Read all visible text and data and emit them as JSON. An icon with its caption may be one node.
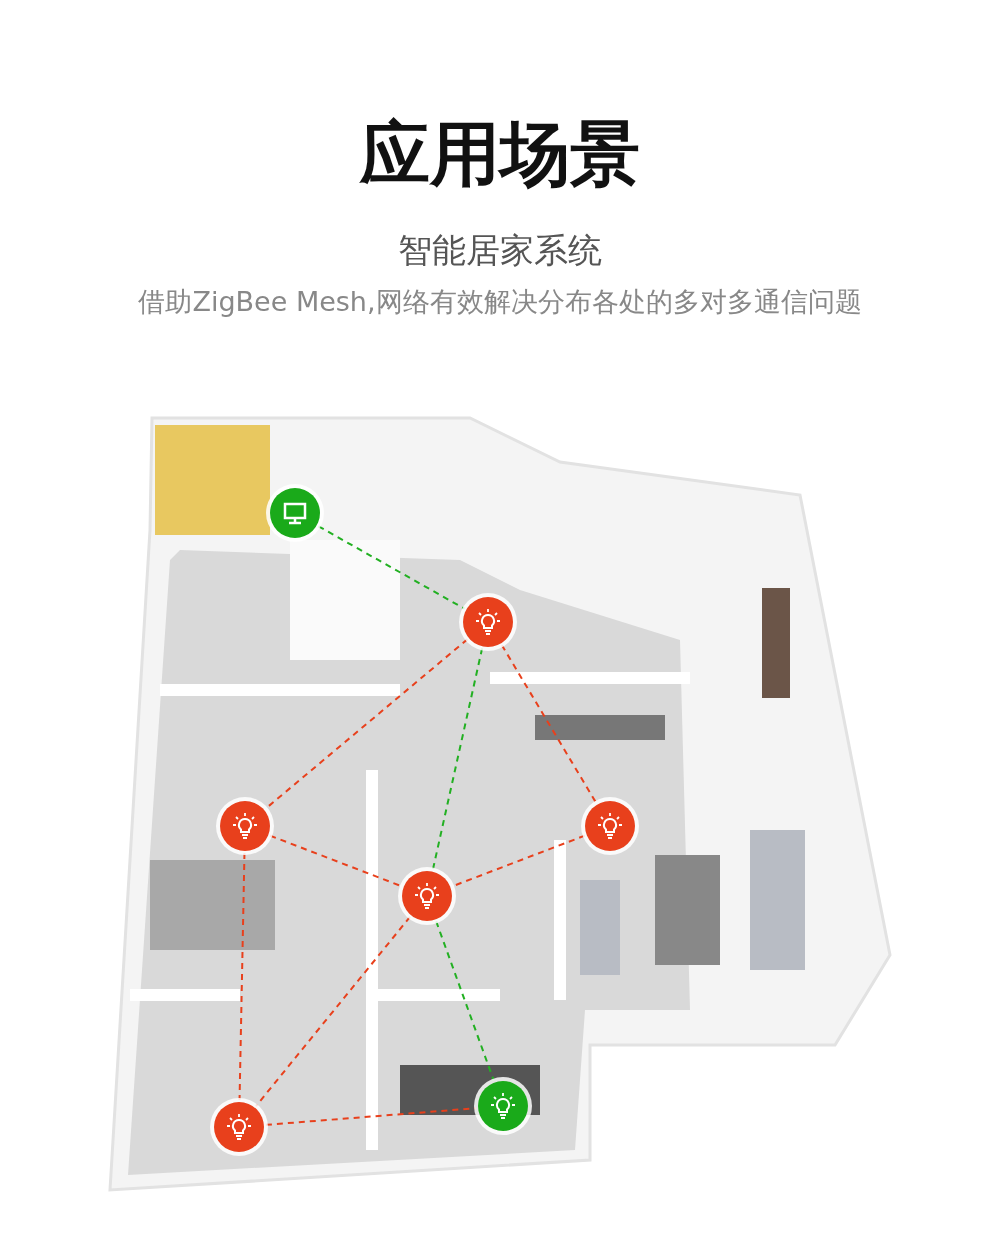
{
  "diagram": {
    "title": "应用场景",
    "nodes": [
      {
        "text": [],
        "shape": "circle"
      },
      {
        "text": [],
        "shape": "circle"
      },
      {
        "text": [],
        "shape": "circle"
      },
      {
        "text": [],
        "shape": "circle"
      },
      {
        "text": [],
        "shape": "circle"
      },
      {
        "text": [],
        "shape": "circle"
      },
      {
        "text": [],
        "shape": "circle"
      }
    ],
    "edges": [
      {
        "from": 0,
        "to": 1,
        "arrow": "none",
        "style": "dashed",
        "color": "#22b022"
      },
      {
        "from": 1,
        "to": 2,
        "arrow": "none",
        "style": "dashed"
      },
      {
        "from": 1,
        "to": 4,
        "arrow": "none",
        "style": "dashed",
        "color": "#22b022"
      },
      {
        "from": 1,
        "to": 3,
        "arrow": "none",
        "style": "dashed"
      },
      {
        "from": 2,
        "to": 4,
        "arrow": "none",
        "style": "dashed"
      },
      {
        "from": 3,
        "to": 4,
        "arrow": "none",
        "style": "dashed"
      },
      {
        "from": 2,
        "to": 5,
        "arrow": "none",
        "style": "dashed"
      },
      {
        "from": 4,
        "to": 5,
        "arrow": "none",
        "style": "dashed"
      },
      {
        "from": 4,
        "to": 6,
        "arrow": "none",
        "style": "dashed",
        "color": "#22b022"
      },
      {
        "from": 5,
        "to": 6,
        "arrow": "none",
        "style": "dashed"
      }
    ],
    "labels": [
      "智能居家系统",
      "借助ZigBee Mesh,网络有效解决分布各处的多对多通信问题"
    ]
  }
}
